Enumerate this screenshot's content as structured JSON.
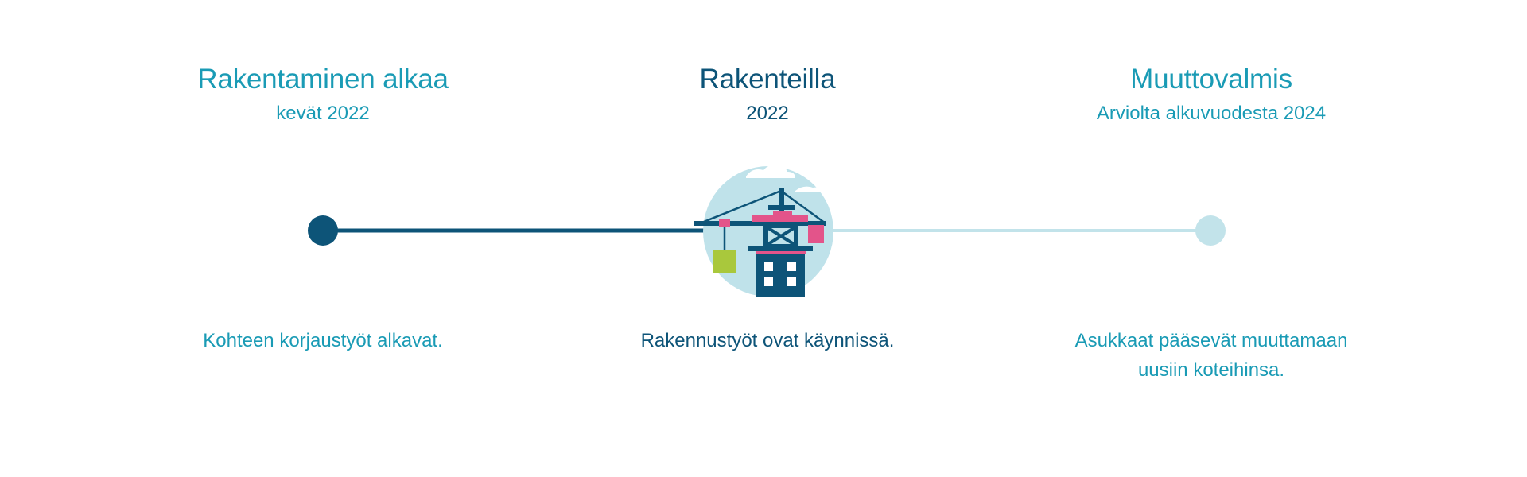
{
  "colors": {
    "accent_teal": "#1a9bb5",
    "accent_navy": "#0d5478",
    "future_line": "#c2e3ea",
    "icon_bg": "#bfe2ea",
    "icon_pink": "#e3548a",
    "icon_green": "#a9c83c"
  },
  "stages": [
    {
      "title": "Rakentaminen alkaa",
      "date": "kevät 2022",
      "description": "Kohteen korjaustyöt alkavat.",
      "status": "completed",
      "marker": "filled-dot"
    },
    {
      "title": "Rakenteilla",
      "date": "2022",
      "description": "Rakennustyöt ovat käynnissä.",
      "status": "current",
      "marker": "crane-building-icon"
    },
    {
      "title": "Muuttovalmis",
      "date": "Arviolta alkuvuodesta 2024",
      "description": "Asukkaat pääsevät muuttamaan uusiin koteihinsa.",
      "status": "upcoming",
      "marker": "light-dot"
    }
  ]
}
